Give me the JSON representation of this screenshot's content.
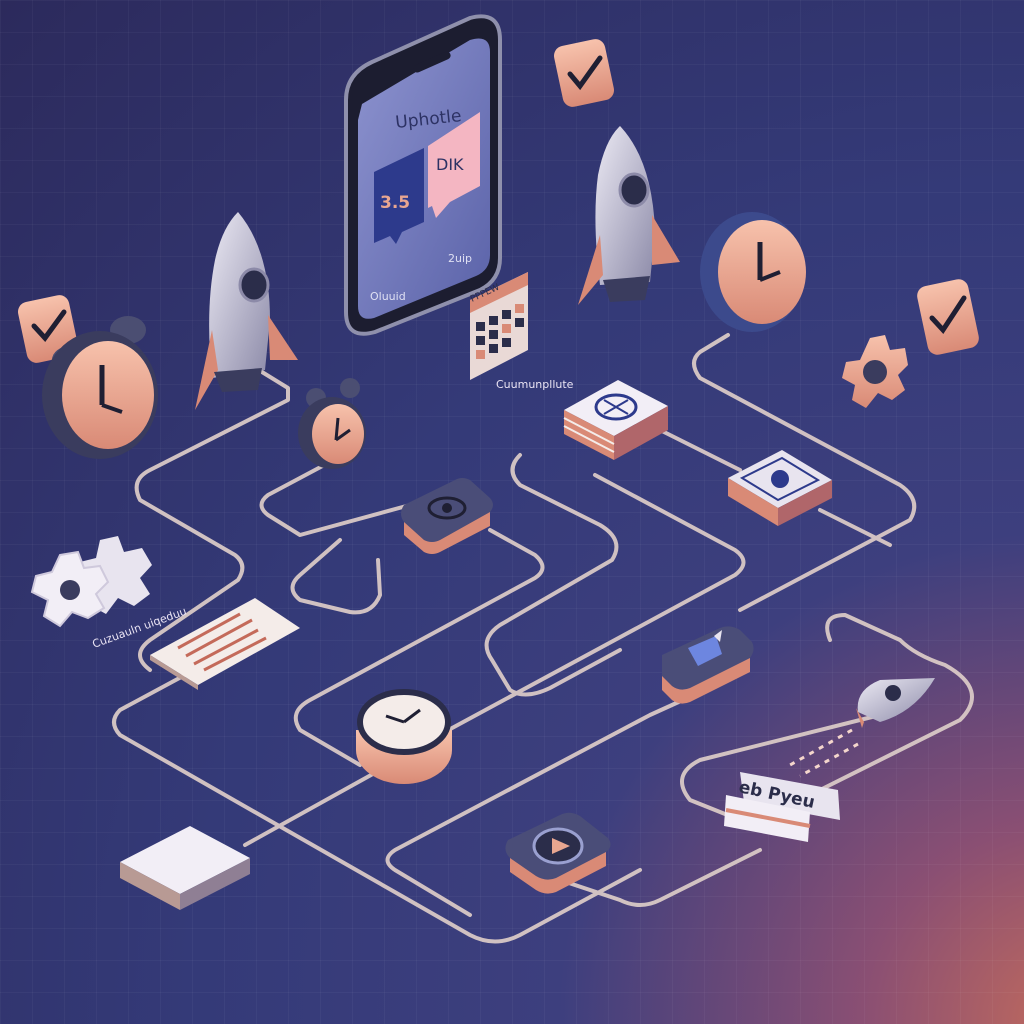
{
  "phone": {
    "title": "Uphotle",
    "bubble_left": "3.5",
    "bubble_right": "DIK",
    "footer_left": "Oluuid",
    "footer_right": "2uip"
  },
  "labels": {
    "calendar_caption": "Cuumunpllute",
    "settings_caption": "Cuzuauln uiqeduu",
    "ticket_text": "eb Pyeu"
  },
  "calendar": {
    "header": "PPPEW"
  },
  "colors": {
    "background": "#343a78",
    "accent": "#e8a690",
    "path": "#d9c9c6",
    "navy": "#2d3a8c",
    "pink": "#f4b6c2"
  },
  "icons": [
    "checkmark-icon",
    "alarm-clock-icon",
    "rocket-icon",
    "smartphone-icon",
    "calendar-icon",
    "wall-clock-icon",
    "gear-icon",
    "eye-icon",
    "image-card-icon",
    "chat-bubble-icon",
    "stopwatch-icon",
    "calculator-icon",
    "play-icon",
    "document-icon",
    "ticket-icon"
  ]
}
